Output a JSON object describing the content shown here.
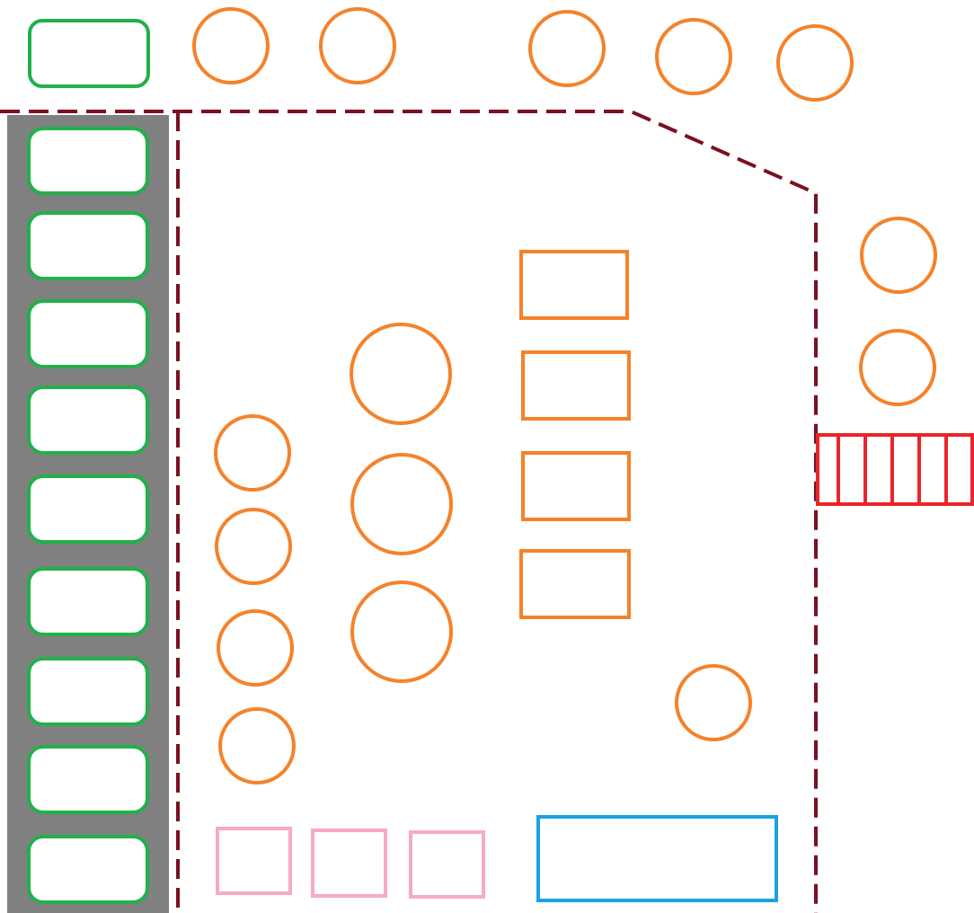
{
  "colors": {
    "background": "#ffffff",
    "boundary": "#7a1020",
    "bench_fill": "#808080",
    "green": "#22b04a",
    "orange": "#f5822a",
    "red": "#e8262b",
    "pink": "#f6a9c8",
    "blue": "#1ba1e2"
  },
  "icons": {
    "rounded_rect": "rounded-rectangle",
    "circle": "circle",
    "rect": "rectangle",
    "stairs": "hatched-rectangle"
  }
}
